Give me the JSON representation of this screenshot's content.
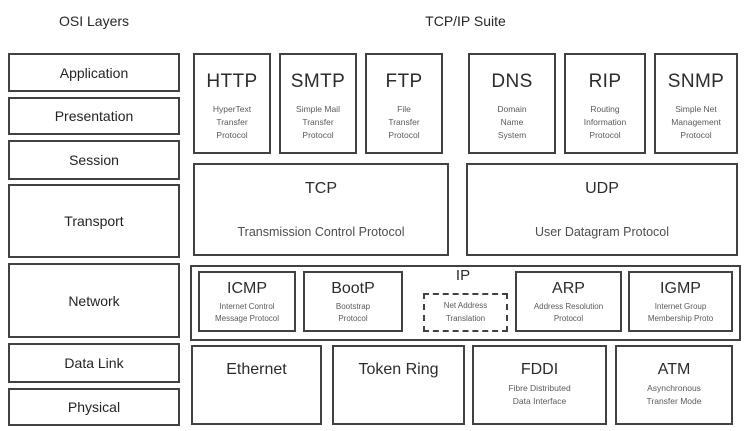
{
  "titles": {
    "osi": "OSI Layers",
    "tcpip": "TCP/IP Suite"
  },
  "colors": {
    "background": "#ffffff",
    "box_border": "#414141",
    "text_primary": "#2b2b30",
    "text_secondary": "#5a5a5e"
  },
  "osi": {
    "items": [
      {
        "label": "Application"
      },
      {
        "label": "Presentation"
      },
      {
        "label": "Session"
      },
      {
        "label": "Transport"
      },
      {
        "label": "Network"
      },
      {
        "label": "Data Link"
      },
      {
        "label": "Physical"
      }
    ]
  },
  "tcpip": {
    "application_row": [
      {
        "abbr": "HTTP",
        "full": "HyperText\nTransfer\nProtocol"
      },
      {
        "abbr": "SMTP",
        "full": "Simple Mail\nTransfer\nProtocol"
      },
      {
        "abbr": "FTP",
        "full": "File\nTransfer\nProtocol"
      },
      {
        "abbr": "DNS",
        "full": "Domain\nName\nSystem"
      },
      {
        "abbr": "RIP",
        "full": "Routing\nInformation\nProtocol"
      },
      {
        "abbr": "SNMP",
        "full": "Simple Net\nManagement\nProtocol"
      }
    ],
    "transport_row": [
      {
        "abbr": "TCP",
        "full": "Transmission Control Protocol"
      },
      {
        "abbr": "UDP",
        "full": "User Datagram Protocol"
      }
    ],
    "network_row": {
      "container_abbr": "IP",
      "nat": {
        "full": "Net Address\nTranslation"
      },
      "boxes": [
        {
          "abbr": "ICMP",
          "full": "Internet Control\nMessage Protocol"
        },
        {
          "abbr": "BootP",
          "full": "Bootstrap\nProtocol"
        },
        {
          "abbr": "ARP",
          "full": "Address Resolution\nProtocol"
        },
        {
          "abbr": "IGMP",
          "full": "Internet Group\nMembership Proto"
        }
      ]
    },
    "link_row": [
      {
        "abbr": "Ethernet"
      },
      {
        "abbr": "Token Ring"
      },
      {
        "abbr": "FDDI",
        "full": "Fibre Distributed\nData Interface"
      },
      {
        "abbr": "ATM",
        "full": "Asynchronous\nTransfer Mode"
      }
    ]
  }
}
